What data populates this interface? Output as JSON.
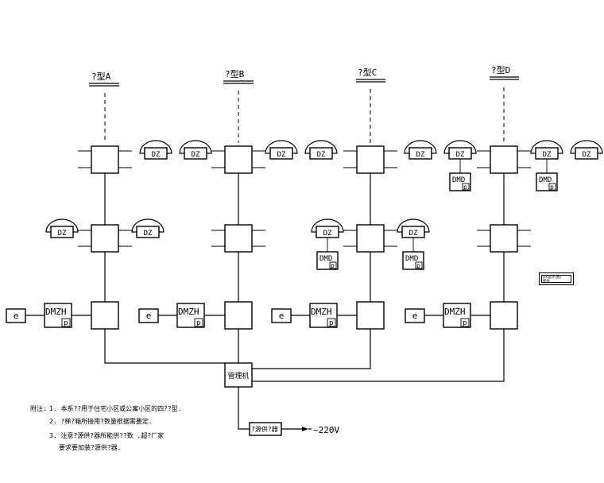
{
  "diagram": {
    "types": [
      {
        "title": "?型A"
      },
      {
        "title": "?型B"
      },
      {
        "title": "?型C"
      },
      {
        "title": "?型D"
      }
    ],
    "units": {
      "dz": "DZ",
      "dmd": "DMD",
      "dmzh": "DMZH",
      "p": "p",
      "e": "e"
    },
    "manager": "管理机",
    "power_supply": "?源供?器",
    "voltage": "~220V",
    "stamp": {
      "line1": "XX设计(图)",
      "line2": "图号"
    },
    "notes": {
      "label": "附注:",
      "items": [
        "1. 本系??用于住宅小区或公寓小区的四??型.",
        "2. ?梯?箱所接用?数量根据需要定.",
        "3. 注意?源供?器所能供??数 ,超?厂家",
        "要求要加装?源供?器."
      ]
    },
    "colors": {
      "line": "#000000",
      "background": "#ffffff"
    }
  }
}
